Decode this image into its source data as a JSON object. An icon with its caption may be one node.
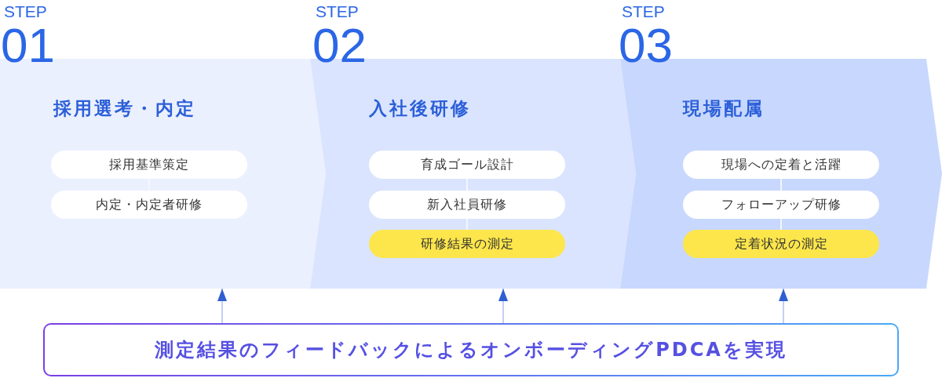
{
  "diagram": {
    "nodes": [
      {
        "text": [
          "採用選考・内定"
        ],
        "beside": [
          "STEP",
          "01"
        ]
      },
      {
        "text": [
          "採用基準策定"
        ],
        "in": 0
      },
      {
        "text": [
          "内定・内定者研修"
        ],
        "in": 0
      },
      {
        "text": [
          "入社後研修"
        ],
        "beside": [
          "STEP",
          "02"
        ]
      },
      {
        "text": [
          "育成ゴール設計"
        ],
        "in": 3
      },
      {
        "text": [
          "新入社員研修"
        ],
        "in": 3
      },
      {
        "text": [
          "研修結果の測定"
        ],
        "in": 3
      },
      {
        "text": [
          "現場配属"
        ],
        "beside": [
          "STEP",
          "03"
        ]
      },
      {
        "text": [
          "現場への定着と活躍"
        ],
        "in": 7
      },
      {
        "text": [
          "フォローアップ研修"
        ],
        "in": 7
      },
      {
        "text": [
          "定着状況の測定"
        ],
        "in": 7
      },
      {
        "text": [
          "測定結果のフィードバックによるオンボーディングPDCAを実現"
        ]
      }
    ],
    "edges": [
      {
        "from": 1,
        "to": 2,
        "arrow": "none"
      },
      {
        "from": 4,
        "to": 5,
        "arrow": "none"
      },
      {
        "from": 5,
        "to": 6,
        "arrow": "none"
      },
      {
        "from": 8,
        "to": 9,
        "arrow": "none"
      },
      {
        "from": 9,
        "to": 10,
        "arrow": "none"
      },
      {
        "from": 11,
        "to": 0,
        "arrow": "to"
      },
      {
        "from": 11,
        "to": 3,
        "arrow": "to"
      },
      {
        "from": 11,
        "to": 7,
        "arrow": "to"
      }
    ]
  }
}
